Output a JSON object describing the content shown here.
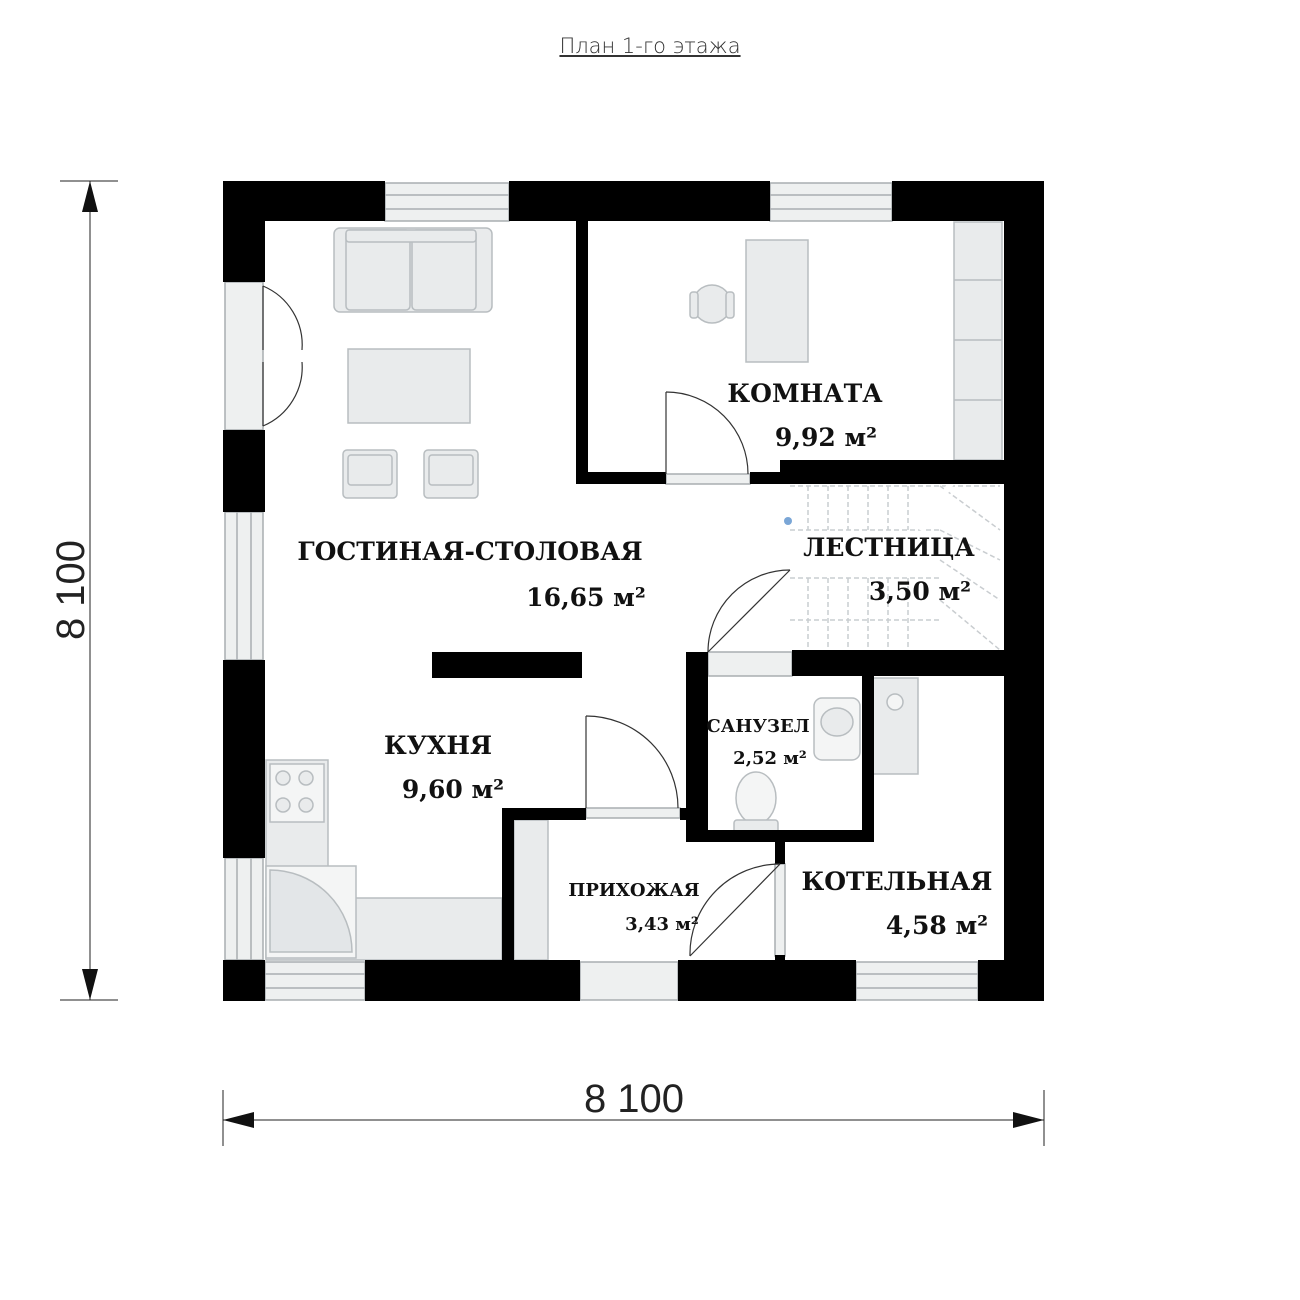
{
  "title": "План 1-го этажа",
  "dimensions": {
    "width": "8 100",
    "height": "8 100"
  },
  "rooms": {
    "living": {
      "name": "ГОСТИНАЯ-СТОЛОВАЯ",
      "area": "16,65 м²"
    },
    "room": {
      "name": "КОМНАТА",
      "area": "9,92 м²"
    },
    "stairs": {
      "name": "ЛЕСТНИЦА",
      "area": "3,50 м²"
    },
    "kitchen": {
      "name": "КУХНЯ",
      "area": "9,60 м²"
    },
    "bathroom": {
      "name": "САНУЗЕЛ",
      "area": "2,52 м²"
    },
    "hall": {
      "name": "ПРИХОЖАЯ",
      "area": "3,43 м²"
    },
    "boiler": {
      "name": "КОТЕЛЬНАЯ",
      "area": "4,58 м²"
    }
  },
  "colors": {
    "wall": "#000000",
    "furniture": "#e9ebec",
    "window": "#eef0f0",
    "line": "#9aa0a4"
  }
}
